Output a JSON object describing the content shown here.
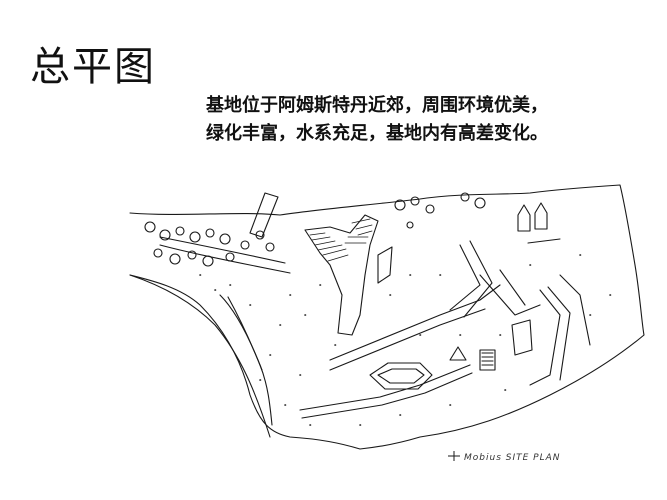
{
  "slide": {
    "title": "总平图",
    "description_lines": [
      "基地位于阿姆斯特丹近郊，周围环境优美，",
      "绿化丰富，水系充足，基地内有高差变化。"
    ]
  },
  "site_plan": {
    "caption": "Mobius  SITE PLAN",
    "ink_color": "#1a1a1a"
  }
}
